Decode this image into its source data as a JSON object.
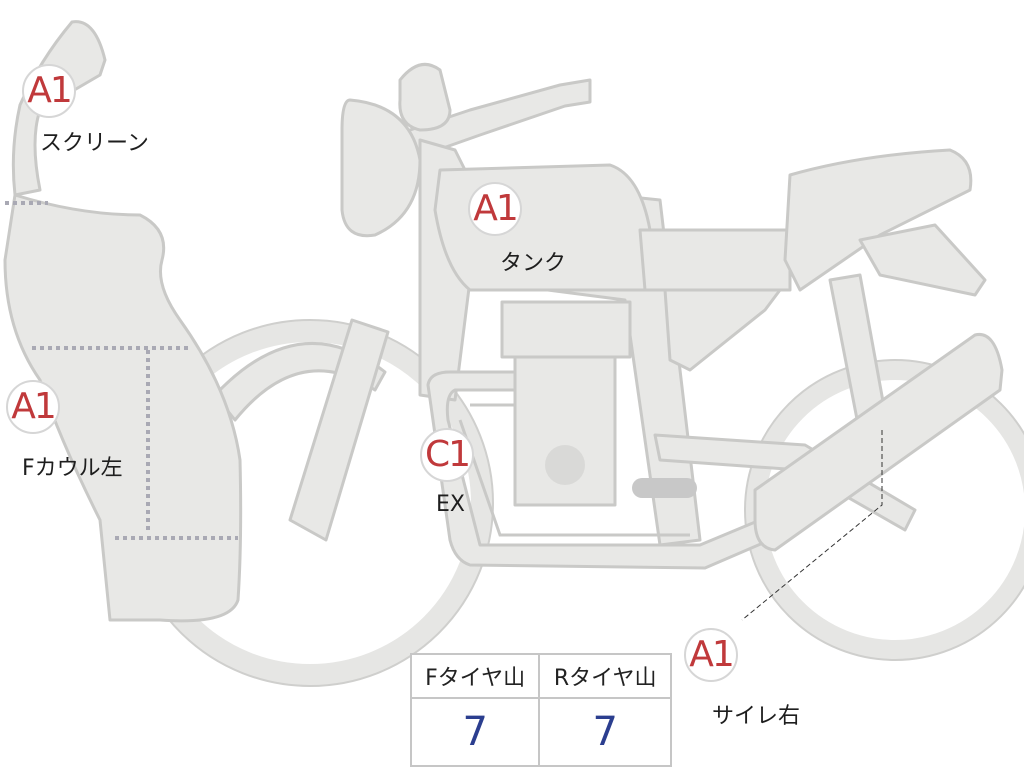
{
  "damage_points": [
    {
      "grade": "A1",
      "part": "スクリーン"
    },
    {
      "grade": "A1",
      "part": "タンク"
    },
    {
      "grade": "A1",
      "part": "Fカウル左"
    },
    {
      "grade": "C1",
      "part": "EX"
    },
    {
      "grade": "A1",
      "part": "サイレ右"
    }
  ],
  "tire_table": {
    "headers": [
      "Fタイヤ山",
      "Rタイヤ山"
    ],
    "values": [
      "7",
      "7"
    ]
  },
  "colors": {
    "part_fill": "#e8e8e6",
    "part_stroke": "#c9c9c7",
    "grade_text": "#c0393b",
    "value_text": "#2b3e8f"
  }
}
